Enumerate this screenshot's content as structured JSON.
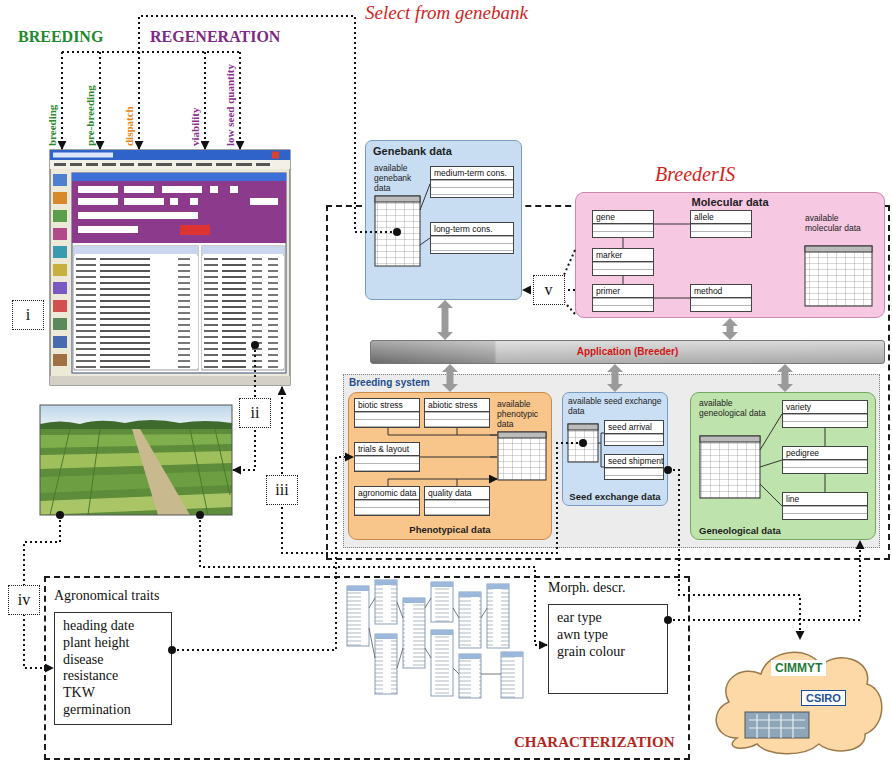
{
  "diagram": {
    "nodes": [
      {
        "text": [
          "BreederIS"
        ]
      },
      {
        "text": [
          "Genebank data",
          "available genebank data"
        ],
        "in": 0
      },
      {
        "text": [
          "medium-term cons."
        ],
        "in": 1
      },
      {
        "text": [
          "long-term cons."
        ],
        "in": 1
      },
      {
        "text": [
          "Molecular data",
          "available molecular data"
        ],
        "in": 0
      },
      {
        "text": [
          "gene"
        ],
        "in": 4
      },
      {
        "text": [
          "allele"
        ],
        "in": 4
      },
      {
        "text": [
          "marker"
        ],
        "in": 4
      },
      {
        "text": [
          "primer"
        ],
        "in": 4
      },
      {
        "text": [
          "method"
        ],
        "in": 4
      },
      {
        "text": [
          "Application (Breeder)"
        ],
        "in": 0
      },
      {
        "text": [
          "Breeding system"
        ],
        "in": 0
      },
      {
        "text": [
          "Phenotypical data",
          "available phenotypic data"
        ],
        "in": 11
      },
      {
        "text": [
          "biotic stress"
        ],
        "in": 12
      },
      {
        "text": [
          "abiotic stress"
        ],
        "in": 12
      },
      {
        "text": [
          "trials & layout"
        ],
        "in": 12
      },
      {
        "text": [
          "agronomic data"
        ],
        "in": 12
      },
      {
        "text": [
          "quality data"
        ],
        "in": 12
      },
      {
        "text": [
          "Seed exchange data",
          "available seed exchange data"
        ],
        "in": 11
      },
      {
        "text": [
          "seed arrival"
        ],
        "in": 18
      },
      {
        "text": [
          "seed shipment"
        ],
        "in": 18
      },
      {
        "text": [
          "Geneological data",
          "available geneological data"
        ],
        "in": 11
      },
      {
        "text": [
          "variety"
        ],
        "in": 21
      },
      {
        "text": [
          "pedigree"
        ],
        "in": 21
      },
      {
        "text": [
          "line"
        ],
        "in": 21
      },
      {
        "text": [
          "CHARACTERIZATION"
        ]
      },
      {
        "text": [
          "Agronomical traits",
          "heading date",
          "plant height",
          "disease resistance",
          "TKW",
          "germination"
        ],
        "in": 25
      },
      {
        "text": [
          "Morph. descr.",
          "ear type",
          "awn type",
          "grain colour"
        ],
        "in": 25
      },
      {
        "text": [
          "CIMMYT",
          "CSIRO"
        ]
      }
    ],
    "edges": [
      {
        "from": 4,
        "to": 1,
        "arrow": "to",
        "label": "v"
      },
      {
        "from": 1,
        "to": 10,
        "arrow": "both"
      },
      {
        "from": 4,
        "to": 10,
        "arrow": "both"
      },
      {
        "from": 10,
        "to": 12,
        "arrow": "both"
      },
      {
        "from": 10,
        "to": 18,
        "arrow": "both"
      },
      {
        "from": 10,
        "to": 21,
        "arrow": "both"
      },
      {
        "from": 5,
        "to": 6,
        "arrow": "none"
      },
      {
        "from": 5,
        "to": 7,
        "arrow": "none"
      },
      {
        "from": 7,
        "to": 8,
        "arrow": "none"
      },
      {
        "from": 8,
        "to": 9,
        "arrow": "none"
      },
      {
        "from": 22,
        "to": 23,
        "arrow": "none"
      },
      {
        "from": 23,
        "to": 24,
        "arrow": "none"
      },
      {
        "from": 26,
        "to": 15,
        "arrow": "to"
      },
      {
        "from": 27,
        "to": 21,
        "arrow": "to"
      },
      {
        "from": 18,
        "to": 28,
        "arrow": "to"
      }
    ],
    "labels": [
      "Select from genebank",
      "BREEDING",
      "REGENERATION",
      "breeding",
      "pre-breeding",
      "dispatch",
      "viability",
      "low seed quantity",
      "i",
      "ii",
      "iii",
      "iv"
    ]
  }
}
